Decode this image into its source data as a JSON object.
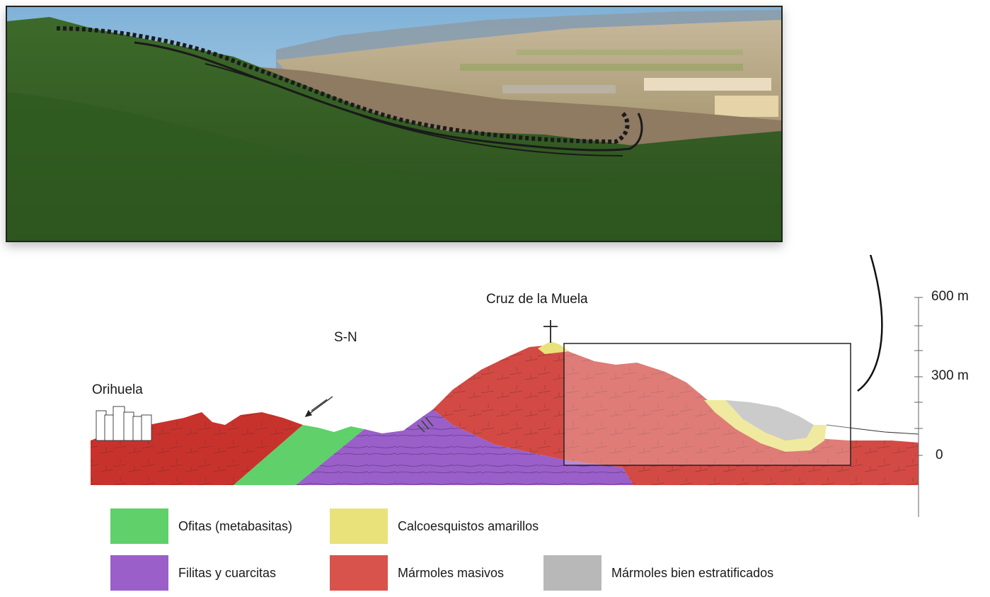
{
  "labels": {
    "orihuela": "Orihuela",
    "section_dir": "S-N",
    "peak": "Cruz de la Muela"
  },
  "scale": [
    "600 m",
    "300 m",
    "0"
  ],
  "legend": [
    {
      "label": "Ofitas (metabasitas)",
      "color": "#5fd06a"
    },
    {
      "label": "Calcoesquistos amarillos",
      "color": "#e9e27a"
    },
    {
      "label": "Filitas y cuarcitas",
      "color": "#9a5fc9"
    },
    {
      "label": "Mármoles masivos",
      "color": "#d9534d"
    },
    {
      "label": "Mármoles bien estratificados",
      "color": "#b8b8b8"
    }
  ]
}
